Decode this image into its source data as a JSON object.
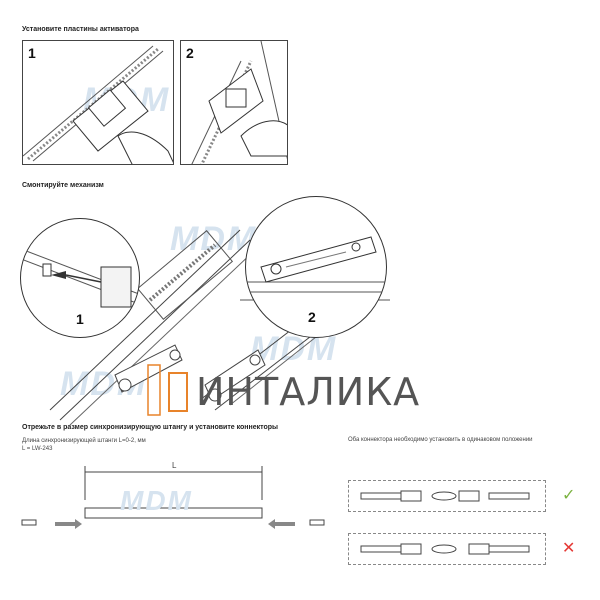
{
  "section1": {
    "title": "Установите пластины активатора",
    "step1": "1",
    "step2": "2"
  },
  "section2": {
    "title": "Смонтируйте механизм",
    "step1": "1",
    "step2": "2"
  },
  "section3": {
    "title": "Отрежьте в размер синхронизирующую штангу и установите коннекторы",
    "length_note": "Длина синхронизирующей штанги L=0-2, мм",
    "formula": "L = LW-243",
    "dimension_label": "L",
    "connector_note": "Оба коннектора необходимо установить в одинаковом положении",
    "correct_mark": "✓",
    "wrong_mark": "✕"
  },
  "brand": {
    "name": "ИНТАЛИКА",
    "watermark": "MDM"
  },
  "colors": {
    "accent_orange": "#e8832a",
    "correct": "#7cb342",
    "wrong": "#e53935",
    "watermark": "#d6e3ef"
  }
}
